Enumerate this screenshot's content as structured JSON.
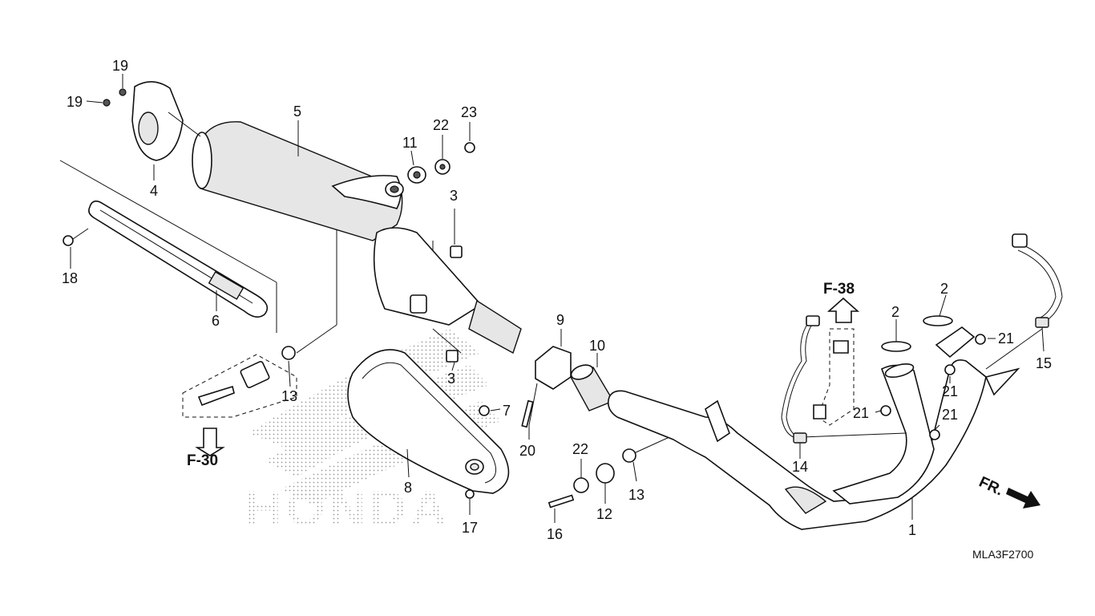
{
  "diagram": {
    "callouts": [
      "1",
      "2",
      "2",
      "3",
      "3",
      "4",
      "5",
      "6",
      "7",
      "8",
      "9",
      "10",
      "11",
      "12",
      "13",
      "13",
      "14",
      "15",
      "16",
      "17",
      "18",
      "19",
      "19",
      "20",
      "21",
      "21",
      "21",
      "21",
      "22",
      "22",
      "23"
    ],
    "refs": {
      "f30": "F-30",
      "f38": "F-38",
      "front": "FR."
    },
    "watermark": "HONDA",
    "diagram_code": "MLA3F2700"
  }
}
